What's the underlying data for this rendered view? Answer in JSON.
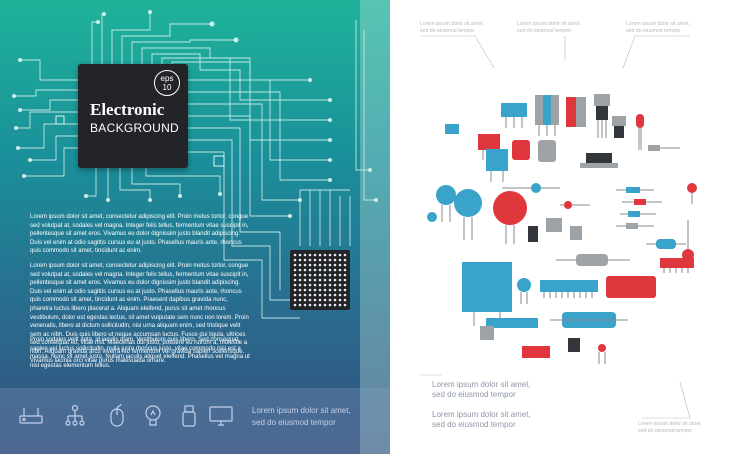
{
  "chip": {
    "title": "Electronic",
    "subtitle": "BACKGROUND",
    "badge_top": "eps",
    "badge_bottom": "10"
  },
  "body": {
    "para1": "Lorem ipsum dolor sit amet, consectetur adipiscing elit. Proin metus tortor, congue sed volutpat at, sodales vel magna. Integer felis tellus, fermentum vitae suscipit in, pellentesque sit amet eros. Vivamus eu dolor dignissim justo blandit adipiscing. Duis vel enim at odio sagittis cursus eu at justo. Phasellus mauris ante, rhoncus quis commodo sit amet, tincidunt ac enim.",
    "para2": "Lorem ipsum dolor sit amet, consectetur adipiscing elit. Proin metus tortor, congue sed volutpat at, sodales vel magna. Integer felis tellus, fermentum vitae suscipit in, pellentesque sit amet eros. Vivamus eu dolor dignissim justo blandit adipiscing. Duis vel enim at odio sagittis cursus eu at justo. Phasellus mauris ante, rhoncus quis commodo sit amet, tincidunt ac enim. Praesent dapibus gravida nunc, pharetra luctus libero placerat a. Aliquam eleifend, purus sit amet rhoncus vestibulum, dolor est egestas lectus, sit amet vulputate sem nunc non lorem. Proin venenatis, libero at dictum sollicitudin, nisi urna aliquam enim, sed tristique velit sem ac nibh. Duis quis libero ut neque accumsan luctus. Fusce dui ligula, ultrices sed consequat eu, vitae nisi. Maecenas dui justo, posuere eu rutrum a, molestie a nibh. Aliquam gravida arcu viverra leo fermentum vel gravida sapien scelerisque. Vivamus lacinia orci vitae purus malesuada ornare.",
    "para3": "Proin sodales velit ante, id iaculis diam. Vestibulum quis libero. Sed consequat, sapien vel luctus sollicitudin, nulla justo rhoncus justo, vitae commodo nisi est a massa. Nunc sit amet justo. Nullam iaculis aliquet eleifend. Phasellus vel magna ut nisl egestas elementum tellus."
  },
  "strip": {
    "line1": "Lorem ipsum dolor sit amet,",
    "line2": "sed do eiusmod tempor",
    "icons": [
      "router-icon",
      "tree-network-icon",
      "mouse-icon",
      "lightbulb-icon",
      "usb-icon",
      "monitor-icon"
    ]
  },
  "callouts": {
    "top": [
      {
        "line1": "Lorem ipsum dolor sit amet,",
        "line2": "sed do eiusmod tempor"
      },
      {
        "line1": "Lorem ipsum dolor sit amet,",
        "line2": "sed do eiusmod tempor"
      },
      {
        "line1": "Lorem ipsum dolor sit amet,",
        "line2": "sed do eiusmod tempor"
      }
    ],
    "bottom_left": [
      {
        "line1": "Lorem ipsum dolor sit amet,",
        "line2": "sed do eiusmod tempor"
      },
      {
        "line1": "Lorem ipsum dolor sit amet,",
        "line2": "sed do eiusmod tempor"
      }
    ],
    "bottom_right": {
      "line1": "Lorem ipsum dolor sit amet,",
      "line2": "sed do eiusmod tempor"
    }
  },
  "colors": {
    "teal": "#1fb39a",
    "navy": "#34507a",
    "chip": "#222428",
    "component_blue": "#3aa3c9",
    "component_red": "#e0373f",
    "component_grey": "#9ea3a8"
  }
}
